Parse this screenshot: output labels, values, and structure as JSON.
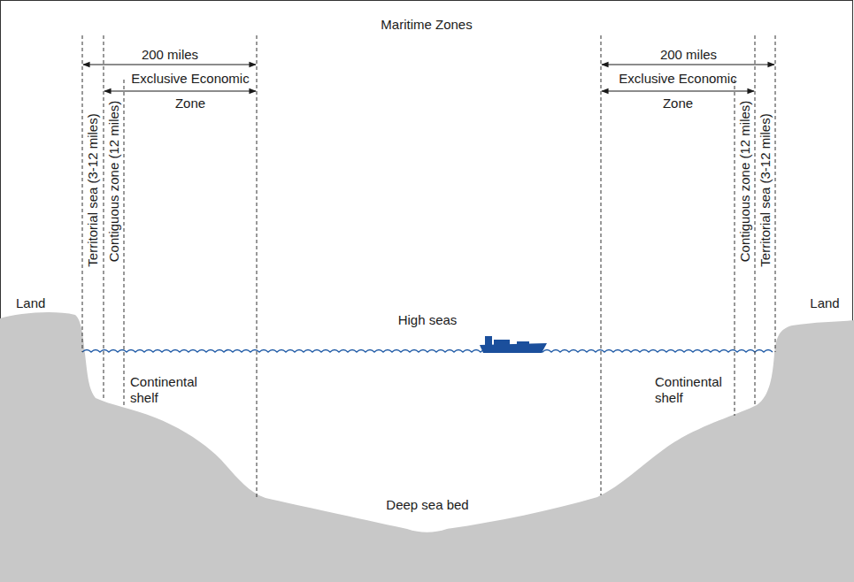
{
  "diagram": {
    "title": "Maritime Zones",
    "labels": [
      "200 miles",
      "Exclusive Economic Zone",
      "Territorial sea (3-12 miles)",
      "Contiguous zone (12 miles)",
      "200 miles",
      "Exclusive Economic Zone",
      "Contiguous zone (12 miles)",
      "Territorial sea (3-12 miles)",
      "Land",
      "Land",
      "High seas",
      "Continental shelf",
      "Continental shelf",
      "Deep sea bed"
    ]
  }
}
